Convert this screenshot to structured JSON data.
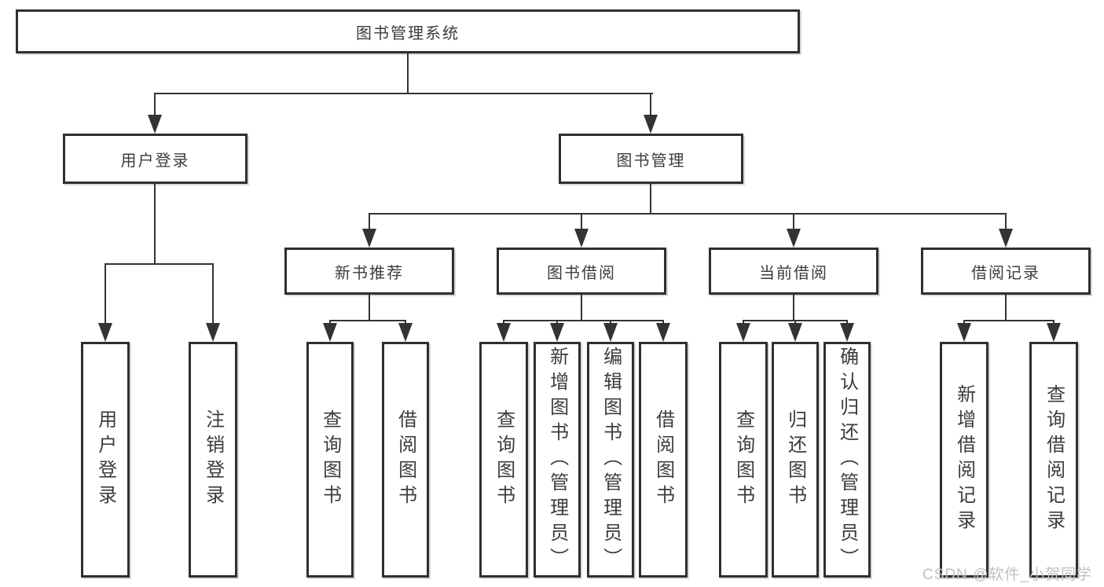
{
  "diagram": {
    "title_node": {
      "label": "图书管理系统"
    },
    "level2": [
      {
        "label": "用户登录"
      },
      {
        "label": "图书管理"
      }
    ],
    "level3": [
      {
        "label": "新书推荐"
      },
      {
        "label": "图书借阅"
      },
      {
        "label": "当前借阅"
      },
      {
        "label": "借阅记录"
      }
    ],
    "leaves": {
      "user_login": [
        {
          "label": "用户登录"
        },
        {
          "label": "注销登录"
        }
      ],
      "new_book": [
        {
          "label": "查询图书"
        },
        {
          "label": "借阅图书"
        }
      ],
      "book_borrow": [
        {
          "label": "查询图书"
        },
        {
          "label": "新增图书（管理员）"
        },
        {
          "label": "编辑图书（管理员）"
        },
        {
          "label": "借阅图书"
        }
      ],
      "current_borrow": [
        {
          "label": "查询图书"
        },
        {
          "label": "归还图书"
        },
        {
          "label": "确认归还（管理员）"
        }
      ],
      "borrow_records": [
        {
          "label": "新增借阅记录"
        },
        {
          "label": "查询借阅记录"
        }
      ]
    }
  },
  "watermark": {
    "text": "CSDN @软件_小贺同学"
  },
  "colors": {
    "line": "#333333",
    "box_border": "#2f2f2f",
    "text": "#3c3c3c",
    "watermark": "#c2c0c0",
    "background": "#ffffff"
  }
}
